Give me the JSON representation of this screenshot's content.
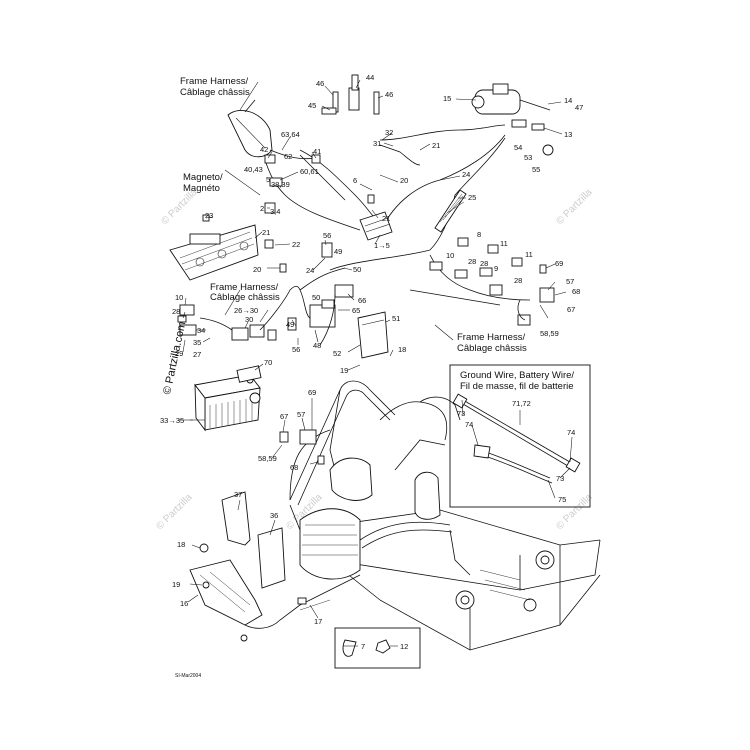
{
  "captions": {
    "frame_harness_top": [
      "Frame Harness/",
      "Câblage châssis"
    ],
    "magneto": [
      "Magneto/",
      "Magnéto"
    ],
    "frame_harness_left": [
      "Frame Harness/",
      "Câblage châssis"
    ],
    "frame_harness_right": [
      "Frame Harness/",
      "Câblage châssis"
    ],
    "ground_wire": [
      "Ground Wire, Battery Wire/",
      "Fil de masse, fil de batterie"
    ]
  },
  "callouts": [
    {
      "id": "c44",
      "text": "44"
    },
    {
      "id": "c46a",
      "text": "46"
    },
    {
      "id": "c46b",
      "text": "46"
    },
    {
      "id": "c45",
      "text": "45"
    },
    {
      "id": "c15",
      "text": "15"
    },
    {
      "id": "c14",
      "text": "14"
    },
    {
      "id": "c47",
      "text": "47"
    },
    {
      "id": "c13",
      "text": "13"
    },
    {
      "id": "c32",
      "text": "32"
    },
    {
      "id": "c31",
      "text": "31"
    },
    {
      "id": "c21a",
      "text": "21"
    },
    {
      "id": "c54",
      "text": "54"
    },
    {
      "id": "c53",
      "text": "53"
    },
    {
      "id": "c55",
      "text": "55"
    },
    {
      "id": "c6364",
      "text": "63,64"
    },
    {
      "id": "c42",
      "text": "42"
    },
    {
      "id": "c62",
      "text": "62"
    },
    {
      "id": "c41",
      "text": "41"
    },
    {
      "id": "c4043",
      "text": "40,43"
    },
    {
      "id": "c6061",
      "text": "60,61"
    },
    {
      "id": "c5",
      "text": "5"
    },
    {
      "id": "c3839",
      "text": "38,39"
    },
    {
      "id": "c20a",
      "text": "20"
    },
    {
      "id": "c24",
      "text": "24"
    },
    {
      "id": "c6",
      "text": "6"
    },
    {
      "id": "c25",
      "text": "25"
    },
    {
      "id": "c2",
      "text": "2"
    },
    {
      "id": "c34",
      "text": "3,4"
    },
    {
      "id": "c21b",
      "text": "21"
    },
    {
      "id": "c15r",
      "text": "1→5"
    },
    {
      "id": "c23",
      "text": "23"
    },
    {
      "id": "c21c",
      "text": "21"
    },
    {
      "id": "c22",
      "text": "22"
    },
    {
      "id": "c20b",
      "text": "20"
    },
    {
      "id": "c56a",
      "text": "56"
    },
    {
      "id": "c49a",
      "text": "49"
    },
    {
      "id": "c24b",
      "text": "24"
    },
    {
      "id": "c50a",
      "text": "50"
    },
    {
      "id": "c8",
      "text": "8"
    },
    {
      "id": "c11a",
      "text": "11"
    },
    {
      "id": "c10a",
      "text": "10"
    },
    {
      "id": "c28a",
      "text": "28"
    },
    {
      "id": "c28b",
      "text": "28"
    },
    {
      "id": "c9",
      "text": "9"
    },
    {
      "id": "c11b",
      "text": "11"
    },
    {
      "id": "c69a",
      "text": "69"
    },
    {
      "id": "c28c",
      "text": "28"
    },
    {
      "id": "c57a",
      "text": "57"
    },
    {
      "id": "c68a",
      "text": "68"
    },
    {
      "id": "c67a",
      "text": "67"
    },
    {
      "id": "c5859a",
      "text": "58,59"
    },
    {
      "id": "c10b",
      "text": "10"
    },
    {
      "id": "c28d",
      "text": "28"
    },
    {
      "id": "c2630",
      "text": "26→30"
    },
    {
      "id": "c30",
      "text": "30"
    },
    {
      "id": "c34b",
      "text": "34"
    },
    {
      "id": "c35",
      "text": "35"
    },
    {
      "id": "c29",
      "text": "29"
    },
    {
      "id": "c27",
      "text": "27"
    },
    {
      "id": "c50b",
      "text": "50"
    },
    {
      "id": "c66",
      "text": "66"
    },
    {
      "id": "c65",
      "text": "65"
    },
    {
      "id": "c49b",
      "text": "49"
    },
    {
      "id": "c48",
      "text": "48"
    },
    {
      "id": "c56b",
      "text": "56"
    },
    {
      "id": "c51",
      "text": "51"
    },
    {
      "id": "c52",
      "text": "52"
    },
    {
      "id": "c18a",
      "text": "18"
    },
    {
      "id": "c19a",
      "text": "19"
    },
    {
      "id": "c70",
      "text": "70"
    },
    {
      "id": "c3335",
      "text": "33→35"
    },
    {
      "id": "c69b",
      "text": "69"
    },
    {
      "id": "c57b",
      "text": "57"
    },
    {
      "id": "c67b",
      "text": "67"
    },
    {
      "id": "c5859b",
      "text": "58,59"
    },
    {
      "id": "c68b",
      "text": "68"
    },
    {
      "id": "c37",
      "text": "37"
    },
    {
      "id": "c36",
      "text": "36"
    },
    {
      "id": "c18b",
      "text": "18"
    },
    {
      "id": "c19b",
      "text": "19"
    },
    {
      "id": "c16",
      "text": "16"
    },
    {
      "id": "c17",
      "text": "17"
    },
    {
      "id": "c7",
      "text": "7"
    },
    {
      "id": "c12",
      "text": "12"
    },
    {
      "id": "c73a",
      "text": "73"
    },
    {
      "id": "c7172",
      "text": "71,72"
    },
    {
      "id": "c74a",
      "text": "74"
    },
    {
      "id": "c74b",
      "text": "74"
    },
    {
      "id": "c73b",
      "text": "73"
    },
    {
      "id": "c75",
      "text": "75"
    }
  ],
  "watermark": {
    "brand": "© Partzilla.com"
  },
  "footer": {
    "code": "SI-Mar2004"
  }
}
